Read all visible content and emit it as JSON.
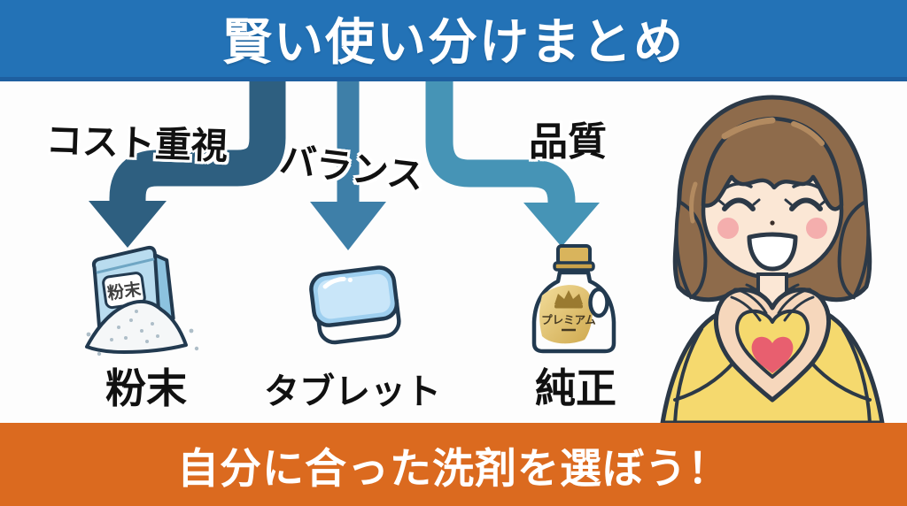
{
  "header": {
    "title": "賢い使い分けまとめ",
    "bg_color": "#2372b6",
    "edge_color": "#1e5fa0"
  },
  "footer": {
    "title": "自分に合った洗剤を選ぼう！",
    "bg_color": "#db6a1f"
  },
  "branches": [
    {
      "label": "コスト重視",
      "product": "粉末",
      "arrow_color": "#2e5f80"
    },
    {
      "label": "バランス",
      "product": "タブレット",
      "arrow_color": "#3e7fa8"
    },
    {
      "label": "品質",
      "product": "純正",
      "arrow_color": "#4694b6"
    }
  ],
  "powder_bag": {
    "package_text": "粉末"
  },
  "bottle": {
    "label_text": "プレミアム"
  },
  "icons": {
    "powder": "powder-bag-icon",
    "tablet": "tablet-icon",
    "bottle": "premium-bottle-icon",
    "character": "woman-making-heart-hands"
  },
  "palette": {
    "arrow_dark": "#2e5f80",
    "arrow_mid": "#3e7fa8",
    "arrow_teal": "#4694b6",
    "heart_red": "#e85f6f",
    "sweater_yellow": "#f5d96e"
  }
}
